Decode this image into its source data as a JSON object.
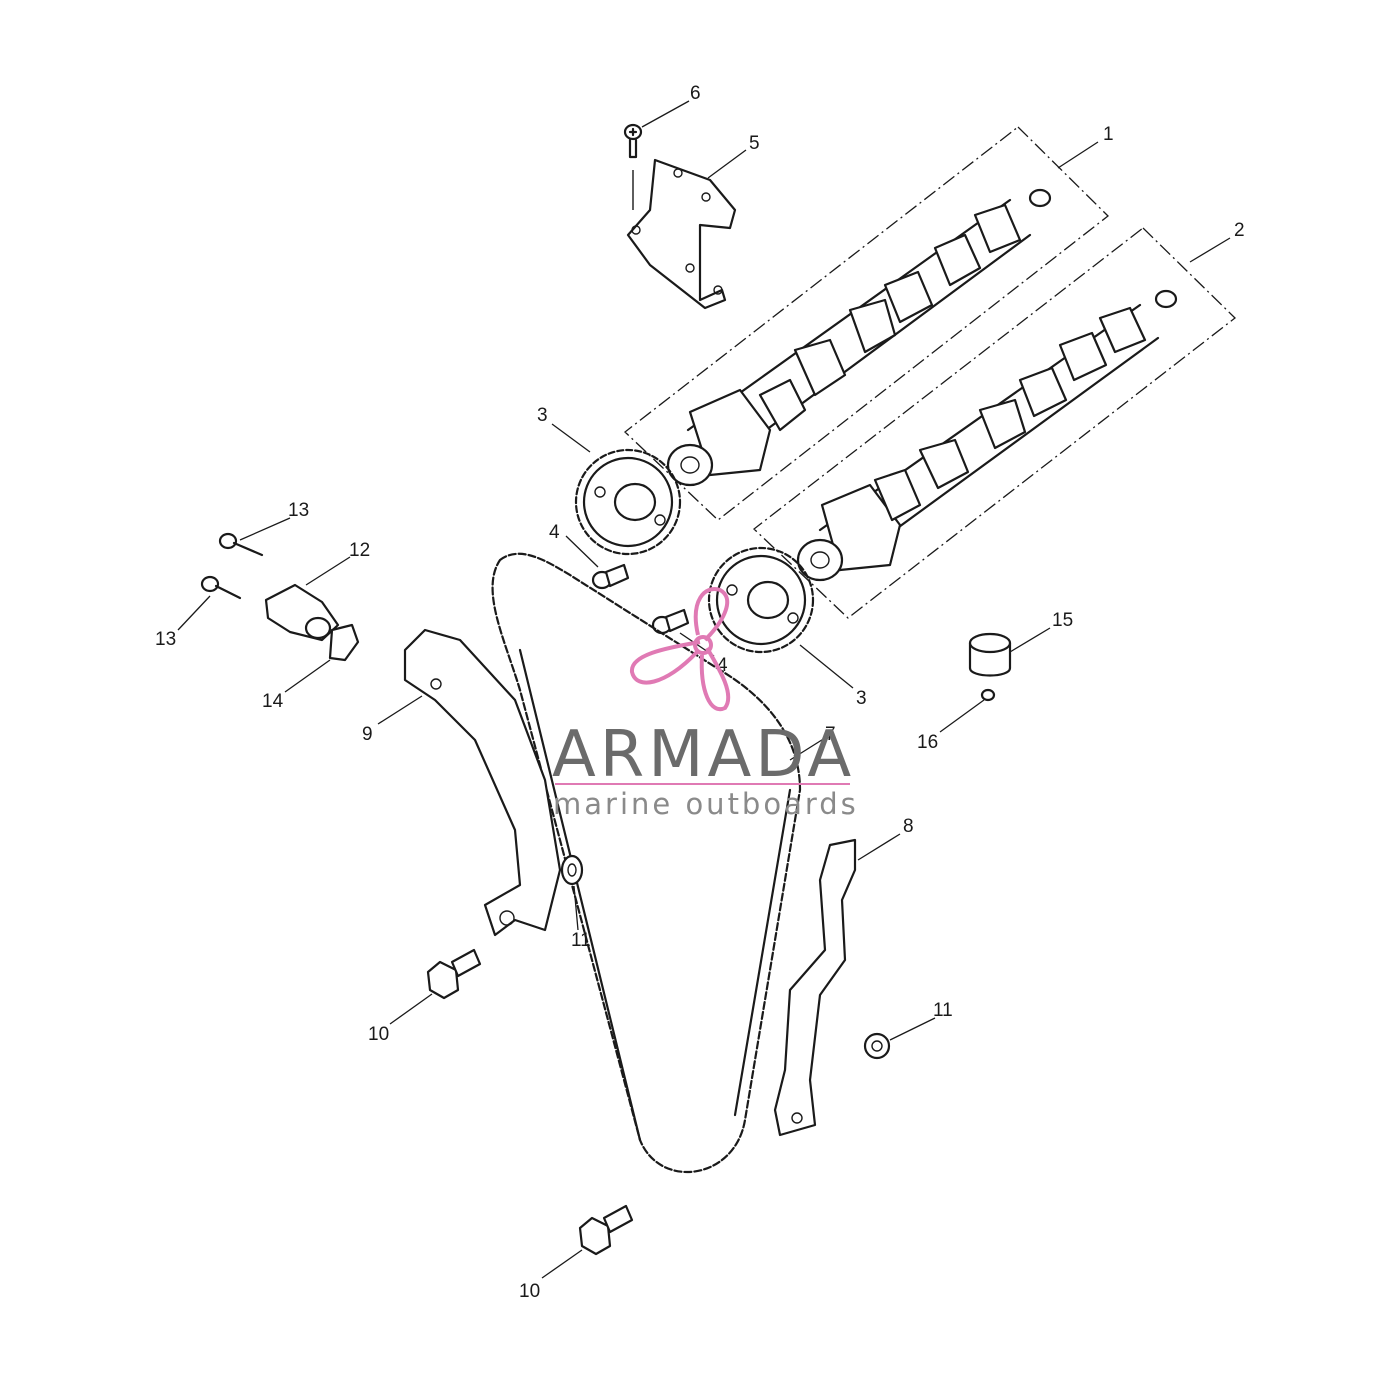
{
  "callouts": [
    {
      "id": "c1",
      "label": "1"
    },
    {
      "id": "c2",
      "label": "2"
    },
    {
      "id": "c3a",
      "label": "3"
    },
    {
      "id": "c3b",
      "label": "3"
    },
    {
      "id": "c4a",
      "label": "4"
    },
    {
      "id": "c4b",
      "label": "4"
    },
    {
      "id": "c5",
      "label": "5"
    },
    {
      "id": "c6",
      "label": "6"
    },
    {
      "id": "c7",
      "label": "7"
    },
    {
      "id": "c8",
      "label": "8"
    },
    {
      "id": "c9",
      "label": "9"
    },
    {
      "id": "c10a",
      "label": "10"
    },
    {
      "id": "c10b",
      "label": "10"
    },
    {
      "id": "c11a",
      "label": "11"
    },
    {
      "id": "c11b",
      "label": "11"
    },
    {
      "id": "c12",
      "label": "12"
    },
    {
      "id": "c13a",
      "label": "13"
    },
    {
      "id": "c13b",
      "label": "13"
    },
    {
      "id": "c14",
      "label": "14"
    },
    {
      "id": "c15",
      "label": "15"
    },
    {
      "id": "c16",
      "label": "16"
    }
  ],
  "watermark": {
    "name": "ARMADA",
    "tagline": "marine outboards",
    "name_color": "#6b6b6b",
    "tagline_color": "#8a8a8a",
    "logo_color": "#e07ab4"
  }
}
